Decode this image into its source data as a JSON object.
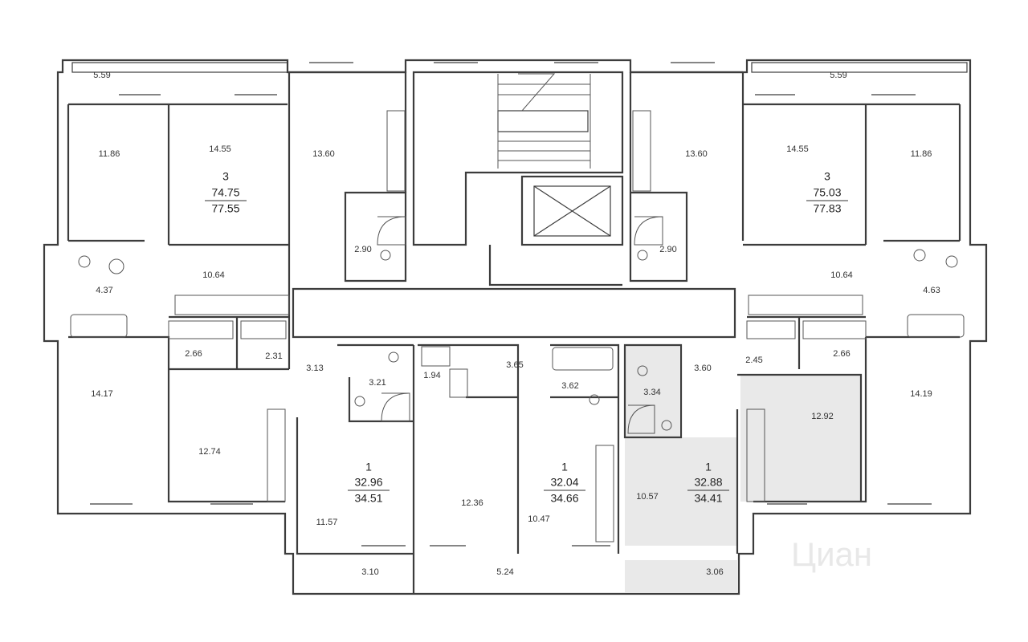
{
  "rooms": [
    {
      "id": "r1",
      "label": "5.59"
    },
    {
      "id": "r2",
      "label": "11.86"
    },
    {
      "id": "r3",
      "label": "14.55"
    },
    {
      "id": "r4",
      "label": "13.60"
    },
    {
      "id": "r5",
      "label": "2.90"
    },
    {
      "id": "r6",
      "label": "10.64"
    },
    {
      "id": "r7",
      "label": "4.37"
    },
    {
      "id": "r8",
      "label": "2.66"
    },
    {
      "id": "r9",
      "label": "2.31"
    },
    {
      "id": "r10",
      "label": "14.17"
    },
    {
      "id": "r11",
      "label": "12.74"
    },
    {
      "id": "r12",
      "label": "3.13"
    },
    {
      "id": "r13",
      "label": "3.21"
    },
    {
      "id": "r14",
      "label": "11.57"
    },
    {
      "id": "r15",
      "label": "3.10"
    },
    {
      "id": "r16",
      "label": "1.94"
    },
    {
      "id": "r17",
      "label": "3.65"
    },
    {
      "id": "r18",
      "label": "12.36"
    },
    {
      "id": "r19",
      "label": "3.62"
    },
    {
      "id": "r20",
      "label": "10.47"
    },
    {
      "id": "r21",
      "label": "5.24"
    },
    {
      "id": "r22",
      "label": "3.34"
    },
    {
      "id": "r23",
      "label": "3.60"
    },
    {
      "id": "r24",
      "label": "10.57"
    },
    {
      "id": "r25",
      "label": "3.06"
    },
    {
      "id": "r26",
      "label": "2.45"
    },
    {
      "id": "r27",
      "label": "2.66"
    },
    {
      "id": "r28",
      "label": "12.92"
    },
    {
      "id": "r29",
      "label": "14.19"
    },
    {
      "id": "r30",
      "label": "5.59"
    },
    {
      "id": "r31",
      "label": "14.55"
    },
    {
      "id": "r32",
      "label": "11.86"
    },
    {
      "id": "r33",
      "label": "13.60"
    },
    {
      "id": "r34",
      "label": "2.90"
    },
    {
      "id": "r35",
      "label": "10.64"
    },
    {
      "id": "r36",
      "label": "4.63"
    }
  ],
  "apartments": [
    {
      "rooms": "3",
      "area_living": "74.75",
      "area_total": "77.55"
    },
    {
      "rooms": "3",
      "area_living": "75.03",
      "area_total": "77.83"
    },
    {
      "rooms": "1",
      "area_living": "32.96",
      "area_total": "34.51"
    },
    {
      "rooms": "1",
      "area_living": "32.04",
      "area_total": "34.66"
    },
    {
      "rooms": "1",
      "area_living": "32.88",
      "area_total": "34.41"
    }
  ],
  "watermark": {
    "text": "Циан"
  },
  "colors": {
    "wall": "#3c3c3c",
    "highlight": "#e9e9e9",
    "text": "#333333"
  }
}
